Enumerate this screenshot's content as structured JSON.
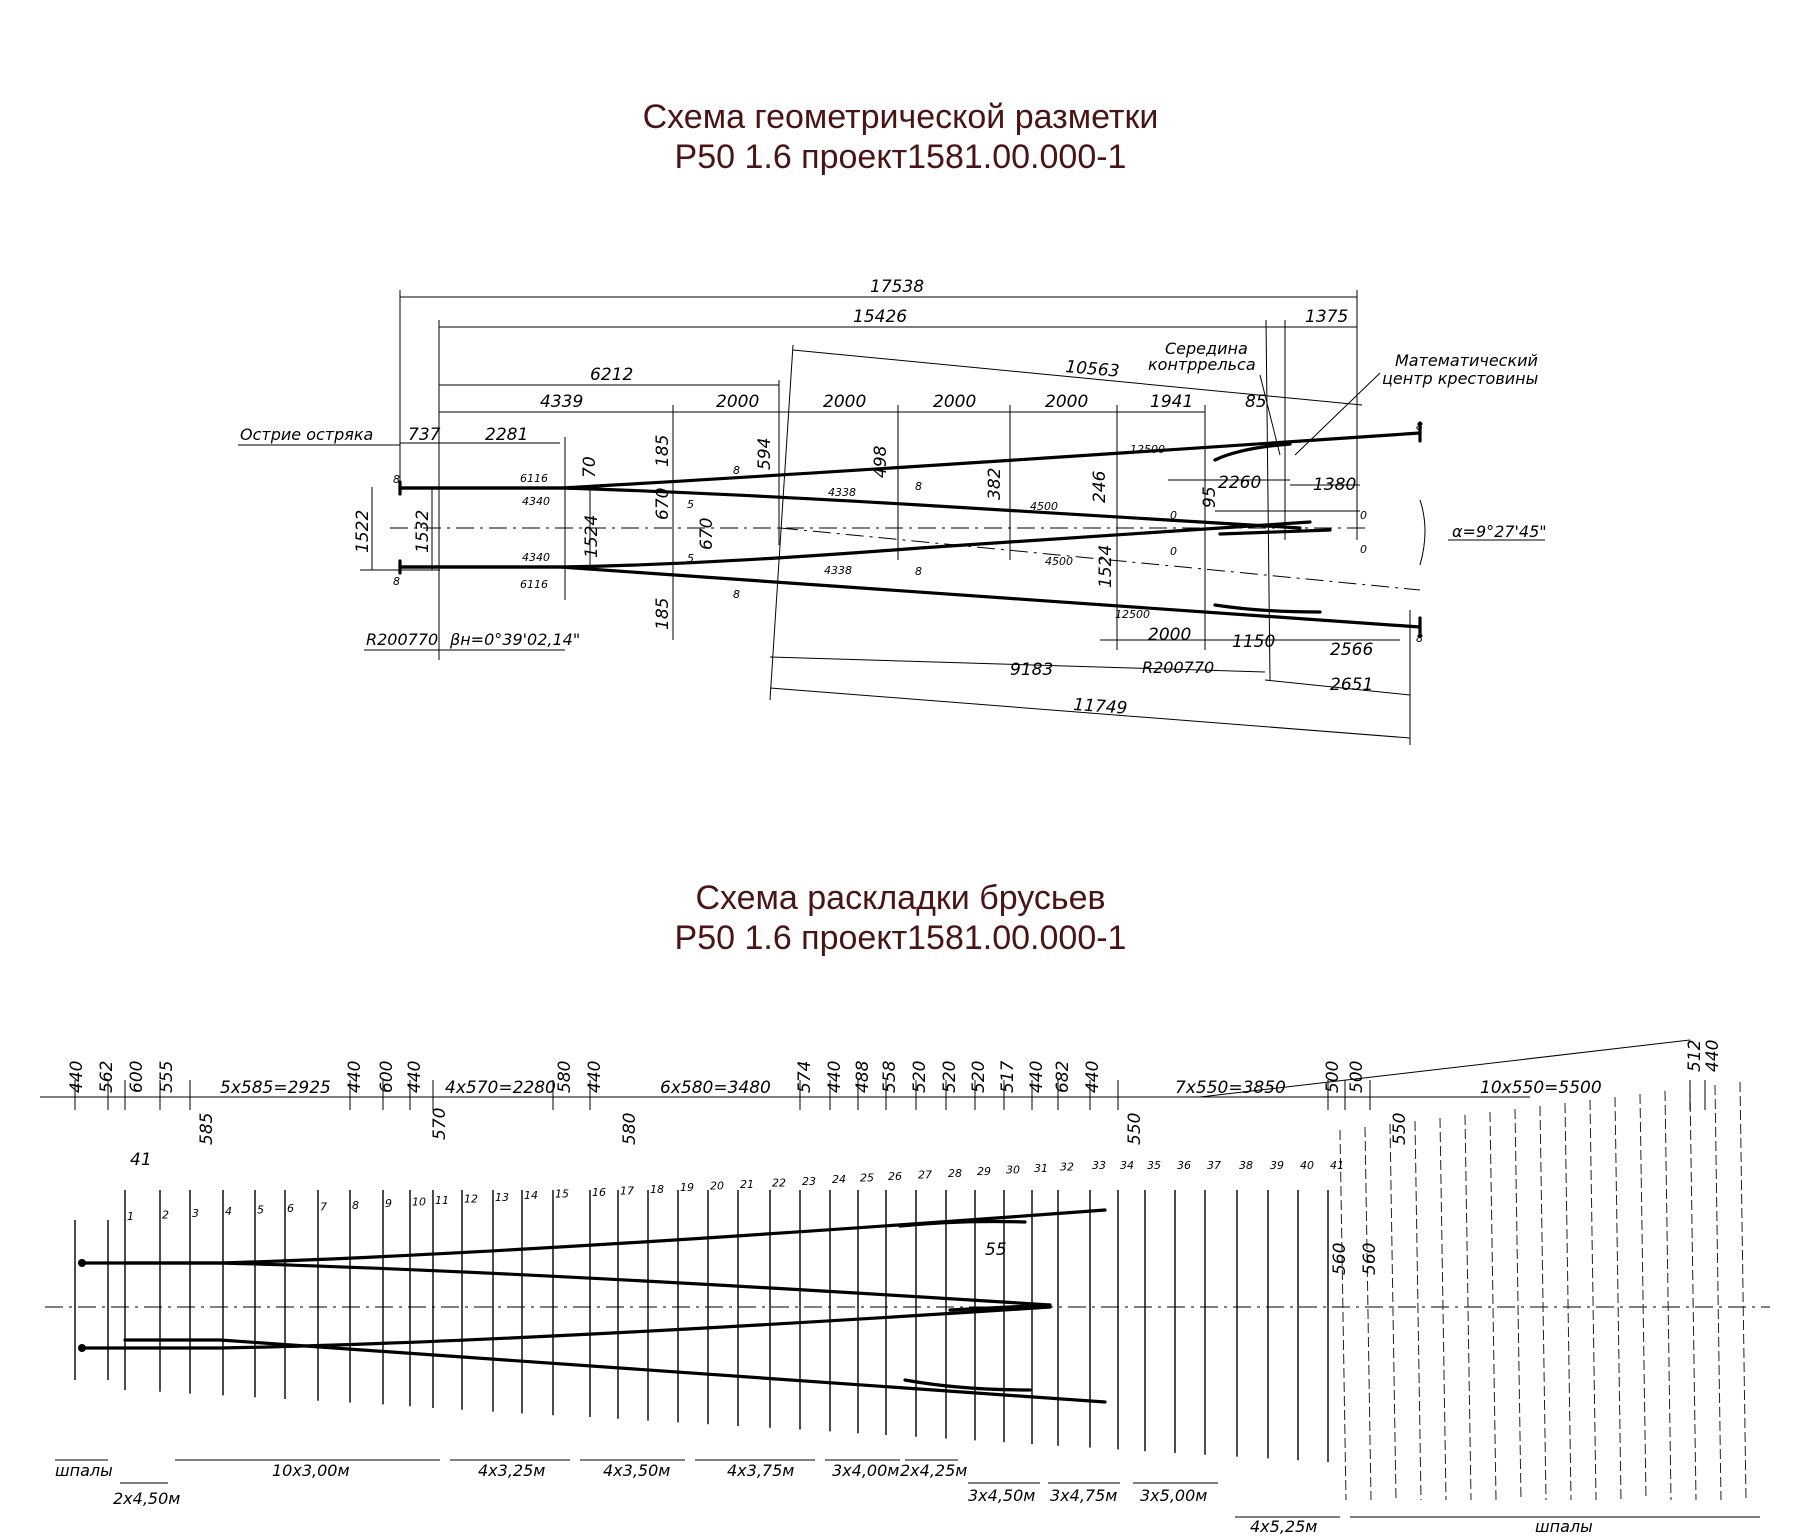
{
  "titles": {
    "geometry_line1": "Схема геометрической разметки",
    "geometry_line2": "Р50 1.6 проект1581.00.000-1",
    "layout_line1": "Схема раскладки брусьев",
    "layout_line2": "Р50 1.6 проект1581.00.000-1"
  },
  "geometry": {
    "total_length": "17538",
    "length_15426": "15426",
    "tail_1375": "1375",
    "length_10563": "10563",
    "length_6212": "6212",
    "length_4339": "4339",
    "seg_2000": "2000",
    "seg_1941": "1941",
    "front_737": "737",
    "front_2281": "2281",
    "dim_85": "85",
    "dim_2260": "2260",
    "dim_1380": "1380",
    "dim_95": "95",
    "dim_594": "594",
    "dim_498": "498",
    "dim_382": "382",
    "dim_246": "246",
    "dim_185": "185",
    "dim_70": "70",
    "dim_670": "670",
    "gauge_1522": "1522",
    "gauge_1532": "1532",
    "gauge_1524": "1524",
    "r_12500": "12500",
    "r_6116": "6116",
    "r_4340": "4340",
    "r_4338": "4338",
    "r_4500": "4500",
    "mark_8": "8",
    "mark_5": "5",
    "mark_0": "0",
    "bottom_2000": "2000",
    "bottom_1150": "1150",
    "bottom_2566": "2566",
    "bottom_9183": "9183",
    "bottom_2651": "2651",
    "bottom_11749": "11749",
    "radius_R": "R200770",
    "beta": "βн=0°39'02,14\"",
    "alpha": "α=9°27'45\"",
    "label_point": "Острие остряка",
    "label_middle_1": "Середина",
    "label_middle_2": "контррельса",
    "label_center_1": "Математический",
    "label_center_2": "центр крестовины"
  },
  "layout": {
    "top_dims": [
      "440",
      "562",
      "600",
      "555",
      "5x585=2925",
      "440",
      "600",
      "440",
      "4x570=2280",
      "580",
      "440",
      "6x580=3480",
      "574",
      "440",
      "488",
      "558",
      "520",
      "520",
      "520",
      "517",
      "440",
      "682",
      "440",
      "7x550=3850",
      "500",
      "500",
      "10x550=5500",
      "512",
      "440"
    ],
    "sub_dims": [
      "41",
      "585",
      "570",
      "580",
      "550",
      "550",
      "55",
      "560",
      "560"
    ],
    "sleeper_numbers": [
      "1",
      "2",
      "3",
      "4",
      "5",
      "6",
      "7",
      "8",
      "9",
      "10",
      "11",
      "12",
      "13",
      "14",
      "15",
      "16",
      "17",
      "18",
      "19",
      "20",
      "21",
      "22",
      "23",
      "24",
      "25",
      "26",
      "27",
      "28",
      "29",
      "30",
      "31",
      "32",
      "33",
      "34",
      "35",
      "36",
      "37",
      "38",
      "39",
      "40",
      "41"
    ],
    "bottom_groups": [
      "шпалы",
      "2x4,50м",
      "10x3,00м",
      "4x3,25м",
      "4x3,50м",
      "4x3,75м",
      "3x4,00м",
      "2x4,25м",
      "3x4,50м",
      "3x4,75м",
      "3x5,00м",
      "4x5,25м",
      "шпалы"
    ]
  }
}
